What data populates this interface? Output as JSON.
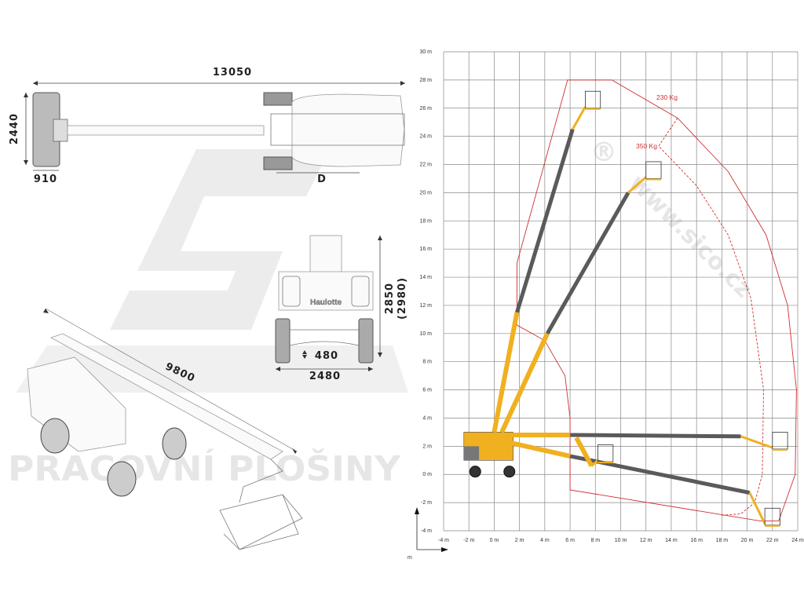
{
  "watermark": {
    "logo": "SICO",
    "registered": "®",
    "tagline": "PRACOVNÍ PLOŠINY",
    "url": "www.sico.cz"
  },
  "top_view": {
    "length": "13050",
    "width": "2440",
    "platform_width": "910",
    "wheelbase_label": "D"
  },
  "front_view": {
    "height": "2850",
    "height_alt": "(2980)",
    "ground_clearance": "480",
    "track_width": "2480",
    "brand": "Haulotte"
  },
  "iso_view": {
    "boom_length": "9800"
  },
  "chart_data": {
    "type": "working-envelope",
    "x_unit": "m",
    "y_unit": "m",
    "xlim": [
      -4,
      24
    ],
    "ylim": [
      -4,
      30
    ],
    "x_ticks": [
      "-4 m",
      "-2 m",
      "0 m",
      "2 m",
      "4 m",
      "6 m",
      "8 m",
      "10 m",
      "12 m",
      "14 m",
      "16 m",
      "18 m",
      "20 m",
      "22 m",
      "24 m"
    ],
    "y_ticks": [
      "30 m",
      "28 m",
      "26 m",
      "24 m",
      "22 m",
      "20 m",
      "18 m",
      "16 m",
      "14 m",
      "12 m",
      "10 m",
      "8 m",
      "6 m",
      "4 m",
      "2 m",
      "0 m",
      "-2 m",
      "-4 m"
    ],
    "axis_label": "m",
    "grid": true,
    "envelopes": [
      {
        "name": "230 Kg",
        "style": "solid",
        "color": "#d03030",
        "points": [
          [
            1.8,
            15
          ],
          [
            5.8,
            28
          ],
          [
            9.3,
            28
          ],
          [
            14.5,
            25.3
          ],
          [
            18.5,
            21.5
          ],
          [
            21.5,
            17
          ],
          [
            23.2,
            12
          ],
          [
            23.9,
            6
          ],
          [
            23.8,
            0
          ],
          [
            22.5,
            -3.3
          ],
          [
            21,
            -3.3
          ],
          [
            6,
            -1.1
          ],
          [
            6,
            4
          ],
          [
            5.6,
            7
          ],
          [
            4,
            9.5
          ],
          [
            1.8,
            10.6
          ],
          [
            1.8,
            15
          ]
        ]
      },
      {
        "name": "350 Kg",
        "style": "dashed",
        "color": "#d03030",
        "points": [
          [
            14.5,
            25.3
          ],
          [
            13,
            23.3
          ],
          [
            16,
            20.5
          ],
          [
            18.5,
            17
          ],
          [
            20.3,
            12.5
          ],
          [
            21.3,
            6
          ],
          [
            21.2,
            0
          ],
          [
            20.6,
            -2
          ],
          [
            19.5,
            -2.8
          ],
          [
            18,
            -2.9
          ]
        ]
      }
    ],
    "boom_positions": [
      {
        "base": [
          0,
          3
        ],
        "yellow_to": [
          1.8,
          11.5
        ],
        "boom_end": [
          6.2,
          24.5
        ],
        "platform": [
          7.8,
          26.6
        ]
      },
      {
        "base": [
          0.6,
          3
        ],
        "yellow_to": [
          4.2,
          10
        ],
        "boom_end": [
          10.6,
          20
        ],
        "platform": [
          12.6,
          21.6
        ]
      },
      {
        "base": [
          -2.3,
          2.8
        ],
        "yellow_to": [
          6,
          2.8
        ],
        "boom_end": [
          19.5,
          2.7
        ],
        "platform": [
          22.6,
          2.4
        ]
      },
      {
        "base": [
          1,
          2.3
        ],
        "yellow_to": [
          6,
          1.3
        ],
        "boom_end": [
          20.2,
          -1.3
        ],
        "platform": [
          22,
          -3
        ]
      },
      {
        "base": [
          6.5,
          2.6
        ],
        "yellow_to": [
          7.7,
          0.6
        ],
        "boom_end": [
          7.7,
          0.6
        ],
        "platform": [
          8.8,
          1.5
        ]
      }
    ],
    "colors": {
      "boom_yellow": "#f0b020",
      "boom_gray": "#5a5a5a",
      "grid": "#888888",
      "envelope": "#d03030"
    }
  }
}
